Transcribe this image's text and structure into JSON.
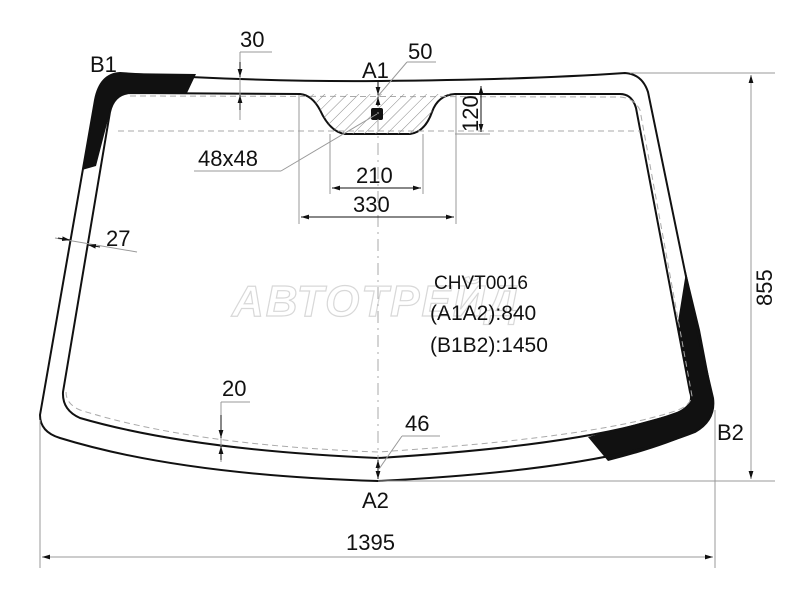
{
  "part_code": "CHVT0016",
  "watermark": "АВТОТРЕЙД",
  "points": {
    "a1": "A1",
    "a2": "A2",
    "b1": "B1",
    "b2": "B2"
  },
  "specs": {
    "a1a2": "(A1A2):840",
    "b1b2": "(B1B2):1450"
  },
  "dimensions": {
    "top_band": "30",
    "sensor_offset": "50",
    "sensor_pad_height": "120",
    "sensor_square": "48x48",
    "pad_inner_width": "210",
    "pad_outer_width": "330",
    "side_band": "27",
    "bottom_band": "20",
    "bottom_center_band": "46",
    "total_height": "855",
    "total_width": "1395"
  },
  "colors": {
    "line": "#111111",
    "dim_line": "#999999",
    "dash": "#aaaaaa",
    "ceramic": "#111111",
    "background": "#ffffff"
  }
}
